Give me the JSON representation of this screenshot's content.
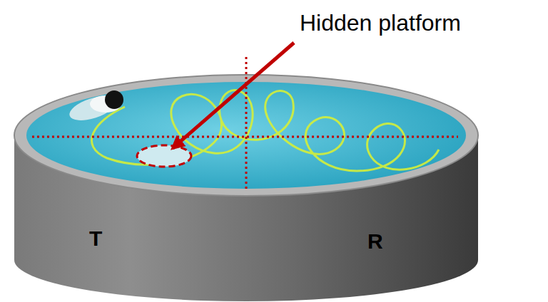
{
  "diagram": {
    "labels": [
      "Hidden platform",
      "T",
      "R"
    ]
  }
}
